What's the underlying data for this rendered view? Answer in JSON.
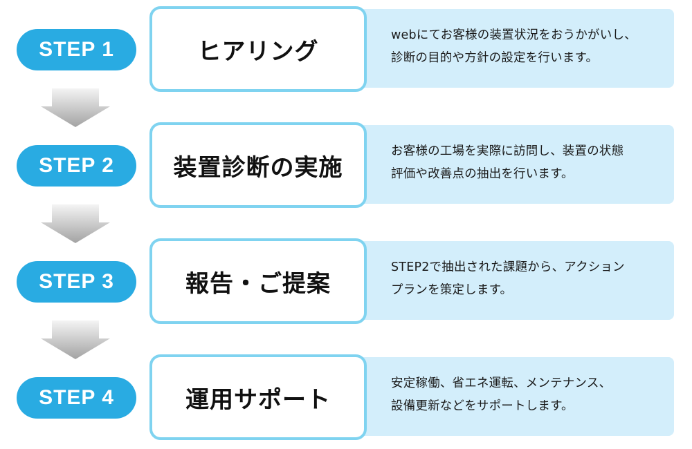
{
  "steps": [
    {
      "label": "STEP 1",
      "title": "ヒアリング",
      "description": "webにてお客様の装置状況をおうかがいし、\n診断の目的や方針の設定を行います。"
    },
    {
      "label": "STEP 2",
      "title": "装置診断の実施",
      "description": "お客様の工場を実際に訪問し、装置の状態\n評価や改善点の抽出を行います。"
    },
    {
      "label": "STEP 3",
      "title": "報告・ご提案",
      "description": "STEP2で抽出された課題から、アクション\nプランを策定します。"
    },
    {
      "label": "STEP 4",
      "title": "運用サポート",
      "description": "安定稼働、省エネ運転、メンテナンス、\n設備更新などをサポートします。"
    }
  ],
  "colors": {
    "pill": "#29abe2",
    "title_border": "#7fd3f0",
    "desc_bg": "#d3eefb",
    "arrow_top": "#f2f2f2",
    "arrow_bottom": "#a6a6a6"
  }
}
